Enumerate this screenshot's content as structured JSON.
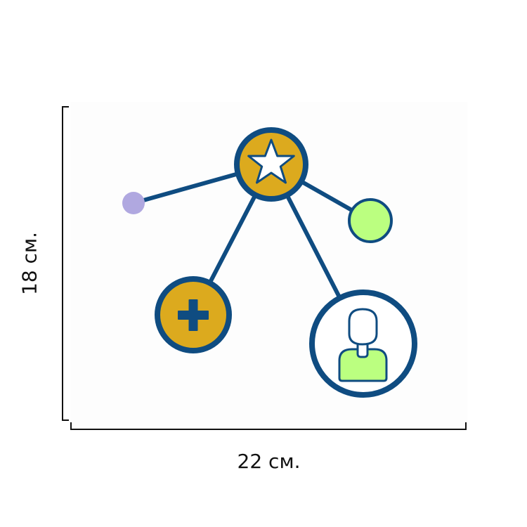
{
  "dimensions": {
    "width_label": "22 см.",
    "height_label": "18 см."
  },
  "colors": {
    "line": "#0f4c81",
    "gold": "#dcaa1e",
    "lime": "#bbff80",
    "lavender": "#b0a8e0",
    "bracket": "#111111",
    "white": "#ffffff"
  },
  "nodes": [
    {
      "name": "star-node",
      "icon": "star-icon"
    },
    {
      "name": "plus-node",
      "icon": "plus-icon"
    },
    {
      "name": "user-node",
      "icon": "user-icon"
    },
    {
      "name": "green-dot-node",
      "icon": ""
    },
    {
      "name": "purple-dot-node",
      "icon": ""
    }
  ]
}
